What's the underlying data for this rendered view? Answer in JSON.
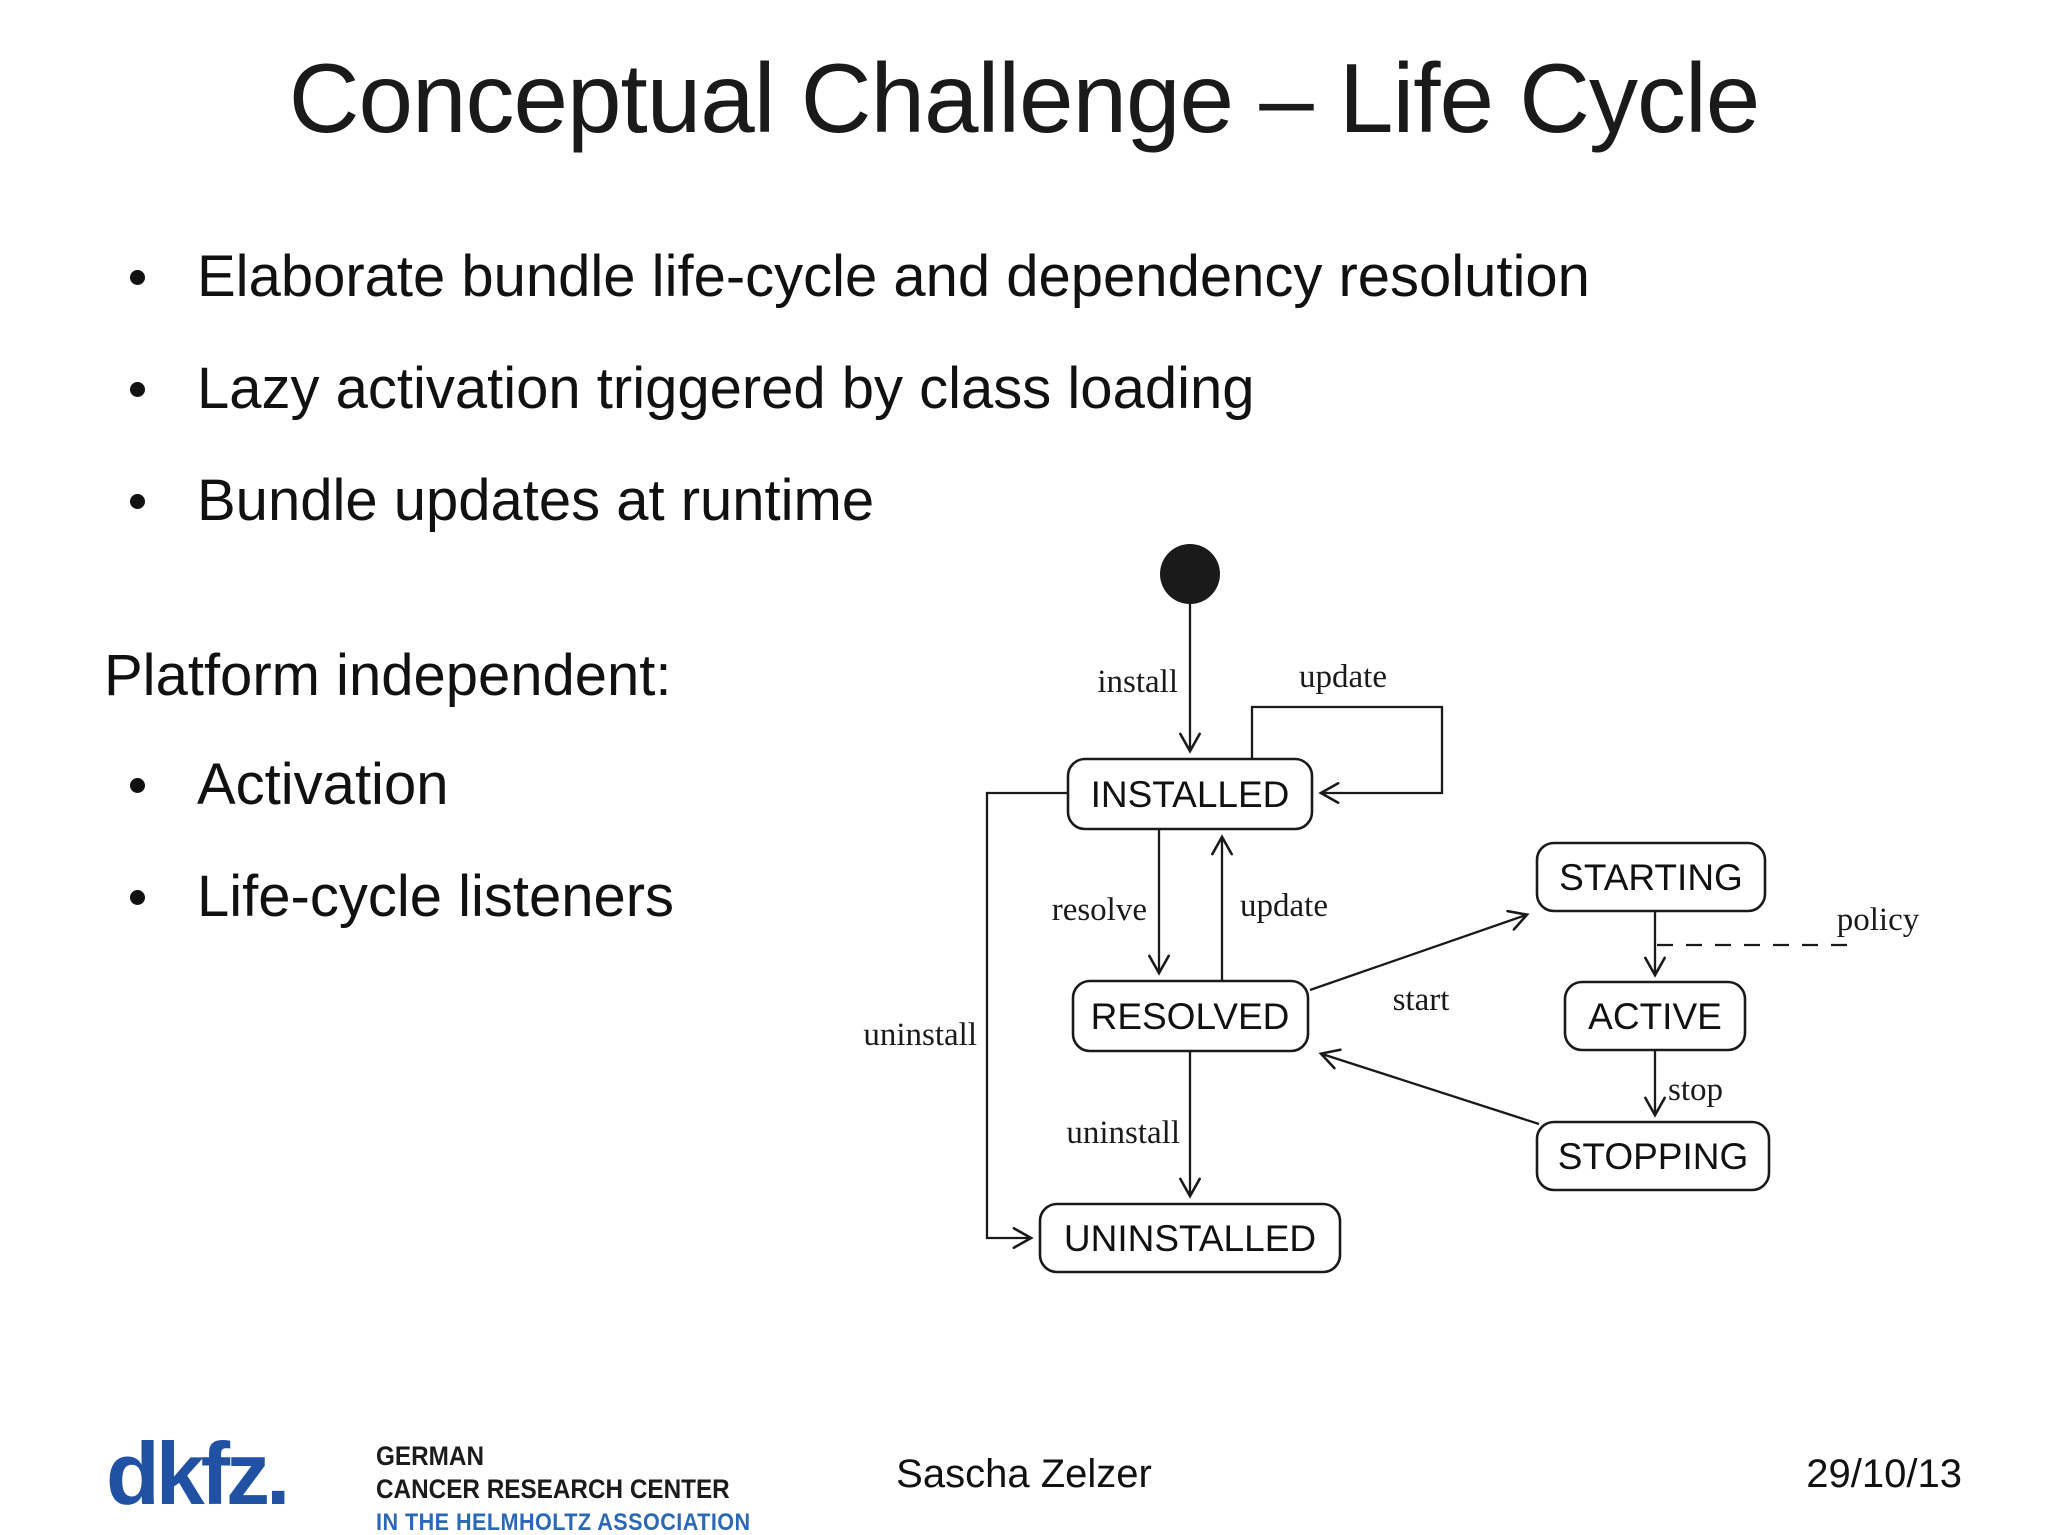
{
  "slide": {
    "title": "Conceptual Challenge – Life Cycle",
    "bullets": [
      "Elaborate bundle life-cycle and dependency resolution",
      "Lazy activation triggered by class loading",
      "Bundle updates at runtime"
    ],
    "subheading": "Platform independent:",
    "sub_bullets": [
      "Activation",
      "Life-cycle listeners"
    ]
  },
  "diagram": {
    "type": "state-machine",
    "initial_state_marker": "filled-circle",
    "states": [
      "INSTALLED",
      "RESOLVED",
      "STARTING",
      "ACTIVE",
      "STOPPING",
      "UNINSTALLED"
    ],
    "transitions": [
      {
        "from": "initial",
        "to": "INSTALLED",
        "label": "install"
      },
      {
        "from": "INSTALLED",
        "to": "INSTALLED",
        "label": "update"
      },
      {
        "from": "INSTALLED",
        "to": "RESOLVED",
        "label": "resolve"
      },
      {
        "from": "RESOLVED",
        "to": "INSTALLED",
        "label": "update"
      },
      {
        "from": "INSTALLED",
        "to": "UNINSTALLED",
        "label": "uninstall"
      },
      {
        "from": "RESOLVED",
        "to": "UNINSTALLED",
        "label": "uninstall"
      },
      {
        "from": "RESOLVED",
        "to": "STARTING",
        "label": "start"
      },
      {
        "from": "STARTING",
        "to": "ACTIVE",
        "label": "policy",
        "style": "dashed"
      },
      {
        "from": "ACTIVE",
        "to": "STOPPING",
        "label": "stop"
      },
      {
        "from": "STOPPING",
        "to": "RESOLVED",
        "label": ""
      }
    ]
  },
  "footer": {
    "logo_wordmark": "dkfz.",
    "logo_line1": "GERMAN",
    "logo_line2": "CANCER RESEARCH CENTER",
    "logo_line3": "IN THE HELMHOLTZ ASSOCIATION",
    "author": "Sascha Zelzer",
    "date": "29/10/13"
  },
  "colors": {
    "background": "#ffffff",
    "text": "#111111",
    "diagram_stroke": "#1a1a1a",
    "logo_blue": "#2151a3",
    "logo_association_blue": "#2b68b5"
  }
}
